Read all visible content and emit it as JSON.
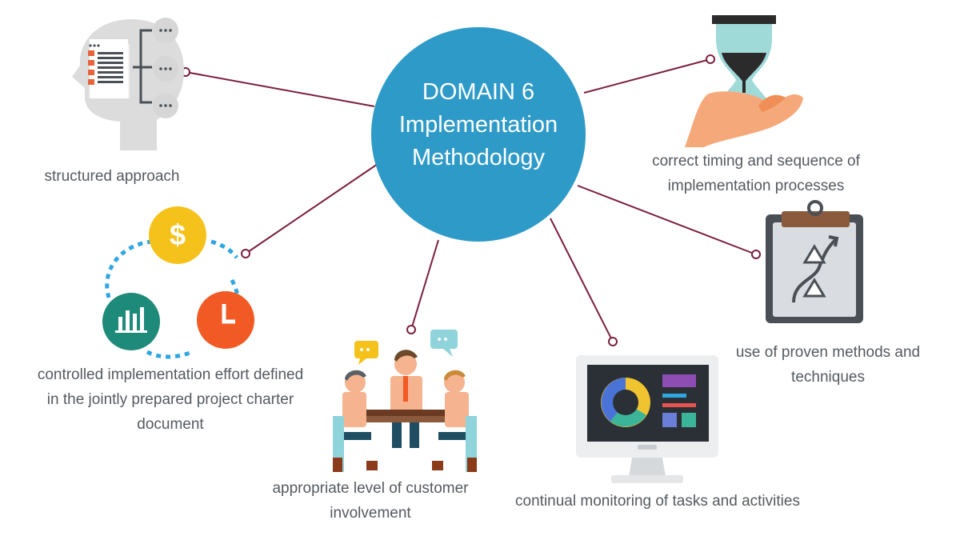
{
  "hub": {
    "line1": "DOMAIN 6",
    "line2": "Implementation",
    "line3": "Methodology",
    "color": "#2e9ac8"
  },
  "connector_color": "#7a1f3d",
  "nodes": [
    {
      "icon": "head-document-icon",
      "lines": [
        "structured approach"
      ]
    },
    {
      "icon": "hourglass-hand-icon",
      "lines": [
        "correct timing and sequence of",
        "implementation processes"
      ]
    },
    {
      "icon": "cost-time-cycle-icon",
      "lines": [
        "controlled implementation effort  defined",
        "in the jointly prepared project charter",
        "document"
      ]
    },
    {
      "icon": "clipboard-path-icon",
      "lines": [
        "use of proven methods and",
        "techniques"
      ]
    },
    {
      "icon": "team-meeting-icon",
      "lines": [
        "appropriate level of customer",
        "involvement"
      ]
    },
    {
      "icon": "monitor-dashboard-icon",
      "lines": [
        "continual monitoring of tasks and activities"
      ]
    }
  ],
  "icon_glyphs": {
    "dollar": "$"
  }
}
